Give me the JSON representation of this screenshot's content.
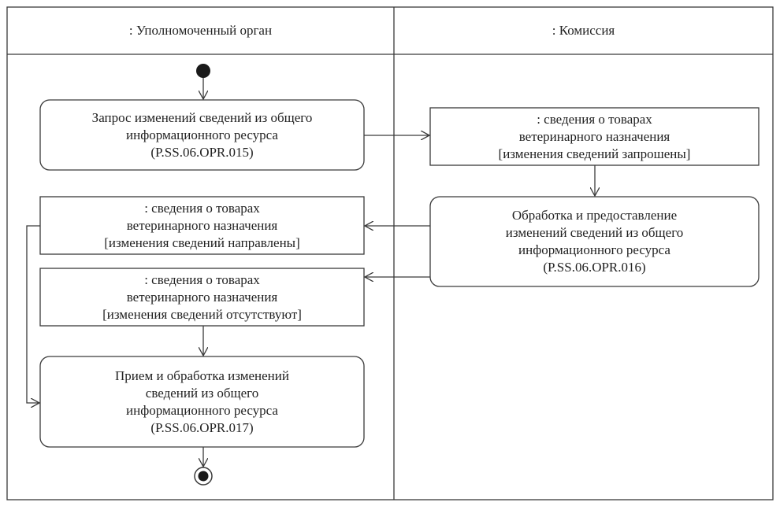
{
  "lanes": [
    {
      "title": ": Уполномоченный орган"
    },
    {
      "title": ": Комиссия"
    }
  ],
  "nodes": {
    "action1": {
      "kind": "action",
      "lines": [
        "Запрос изменений сведений из общего",
        "информационного ресурса",
        "(P.SS.06.OPR.015)"
      ]
    },
    "object1": {
      "kind": "object",
      "lines": [
        ": сведения о товарах",
        "ветеринарного назначения",
        "[изменения сведений запрошены]"
      ]
    },
    "action2": {
      "kind": "action",
      "lines": [
        "Обработка и предоставление",
        "изменений сведений из общего",
        "информационного ресурса",
        "(P.SS.06.OPR.016)"
      ]
    },
    "object2": {
      "kind": "object",
      "lines": [
        ": сведения о товарах",
        "ветеринарного назначения",
        "[изменения сведений направлены]"
      ]
    },
    "object3": {
      "kind": "object",
      "lines": [
        ": сведения о товарах",
        "ветеринарного назначения",
        "[изменения сведений отсутствуют]"
      ]
    },
    "action3": {
      "kind": "action",
      "lines": [
        "Прием и обработка изменений",
        "сведений из общего",
        "информационного ресурса",
        "(P.SS.06.OPR.017)"
      ]
    }
  },
  "colors": {
    "stroke": "#3a3a3a",
    "text": "#222222",
    "fill": "#ffffff",
    "node_dot": "#1a1a1a"
  }
}
